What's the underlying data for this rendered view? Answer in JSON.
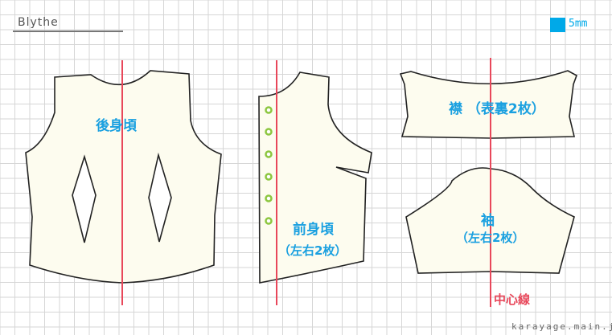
{
  "header": {
    "brand": "Blythe"
  },
  "scale": {
    "label": "5mm",
    "color": "#00a9e8"
  },
  "pieces": {
    "back_body": {
      "name": "後身頃"
    },
    "front_body": {
      "name": "前身頃",
      "note": "（左右2枚）"
    },
    "collar": {
      "name": "襟 （表裏2枚）"
    },
    "sleeve": {
      "name": "袖",
      "note": "（左右2枚）"
    }
  },
  "center_line": {
    "label": "中心線",
    "color": "#e8475a"
  },
  "footer": {
    "site": "karayage.main.jp"
  },
  "colors": {
    "piece_fill": "#fdfcef",
    "outline": "#222222",
    "text": "#1aa0e0",
    "button": "#8cc63f",
    "grid": "#d6d6d6"
  }
}
